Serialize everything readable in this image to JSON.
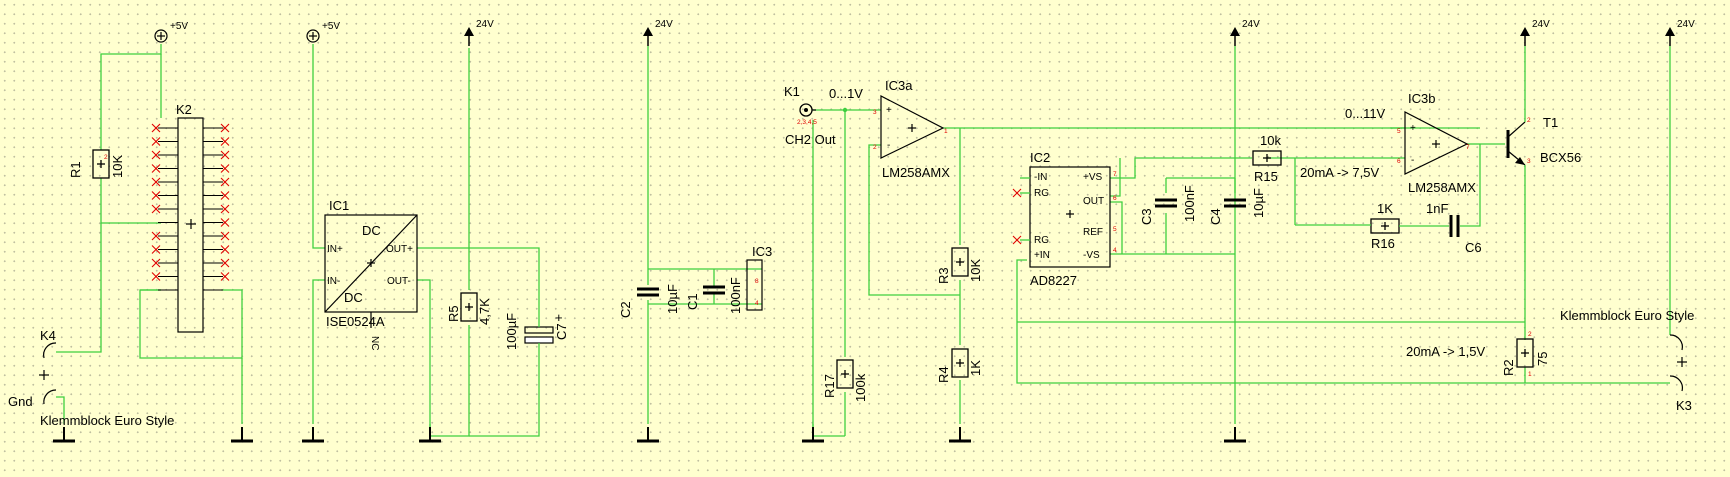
{
  "components": {
    "k1": {
      "name": "K1",
      "note": "2,3,4,5",
      "label": "CH2 Out"
    },
    "k2": {
      "name": "K2"
    },
    "k3": {
      "name": "K3",
      "type": "Klemmblock Euro Style"
    },
    "k4": {
      "name": "K4",
      "type": "Klemmblock Euro Style",
      "pin_label": "Gnd"
    },
    "r1": {
      "name": "R1",
      "value": "10K"
    },
    "r2": {
      "name": "R2",
      "value": "75"
    },
    "r3": {
      "name": "R3",
      "value": "10K"
    },
    "r4": {
      "name": "R4",
      "value": "1K"
    },
    "r5": {
      "name": "R5",
      "value": "4,7K"
    },
    "r15": {
      "name": "R15",
      "value": "10k"
    },
    "r16": {
      "name": "R16",
      "value": "1K"
    },
    "r17": {
      "name": "R17",
      "value": "100k"
    },
    "c1": {
      "name": "C1",
      "value": "100nF"
    },
    "c2": {
      "name": "C2",
      "value": "10µF"
    },
    "c3": {
      "name": "C3",
      "value": "100nF"
    },
    "c4": {
      "name": "C4",
      "value": "10µF"
    },
    "c6": {
      "name": "C6",
      "value": "1nF"
    },
    "c7": {
      "name": "C7",
      "value": "100µF"
    },
    "ic1": {
      "name": "IC1",
      "part": "ISE0524A",
      "dc_top": "DC",
      "dc_bottom": "DC",
      "pin_in_plus": "IN+",
      "pin_in_minus": "IN-",
      "pin_out_plus": "OUT+",
      "pin_out_minus": "OUT-",
      "nc": "NC"
    },
    "ic2": {
      "name": "IC2",
      "part": "AD8227",
      "pins": [
        "-IN",
        "RG",
        "RG",
        "+IN",
        "+VS",
        "OUT",
        "REF",
        "-VS"
      ]
    },
    "ic3": {
      "name": "IC3"
    },
    "ic3a": {
      "name": "IC3a",
      "part": "LM258AMX"
    },
    "ic3b": {
      "name": "IC3b",
      "part": "LM258AMX"
    },
    "t1": {
      "name": "T1",
      "part": "BCX56"
    }
  },
  "supplies": {
    "plus5v": "+5V",
    "v24": "24V"
  },
  "annotations": {
    "range_in": "0...1V",
    "range_out": "0...11V",
    "current_hi": "20mA -> 7,5V",
    "current_lo": "20mA -> 1,5V"
  },
  "colors": {
    "background": "#ffffcf",
    "wire": "#3fcf3f",
    "pin_label": "#e00000",
    "symbol": "#000000"
  }
}
